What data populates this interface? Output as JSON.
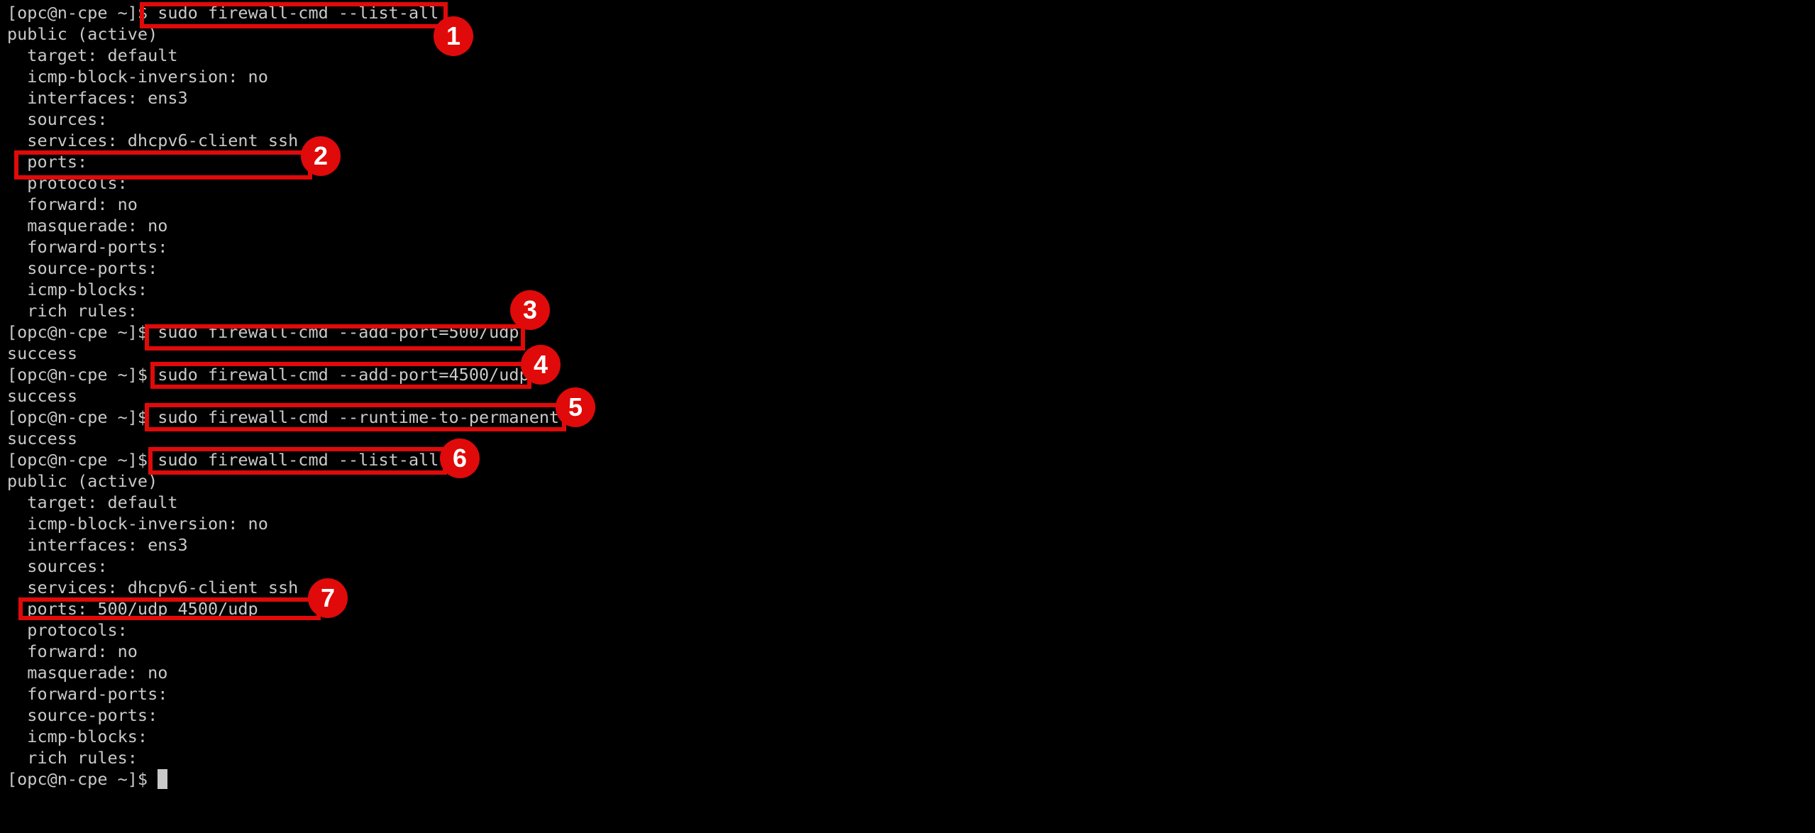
{
  "terminal": {
    "lines": [
      {
        "prompt": "[opc@n-cpe ~]$ ",
        "text": "sudo firewall-cmd --list-all"
      },
      {
        "prompt": "",
        "text": "public (active)"
      },
      {
        "prompt": "",
        "text": "  target: default"
      },
      {
        "prompt": "",
        "text": "  icmp-block-inversion: no"
      },
      {
        "prompt": "",
        "text": "  interfaces: ens3"
      },
      {
        "prompt": "",
        "text": "  sources: "
      },
      {
        "prompt": "",
        "text": "  services: dhcpv6-client ssh"
      },
      {
        "prompt": "",
        "text": "  ports: "
      },
      {
        "prompt": "",
        "text": "  protocols: "
      },
      {
        "prompt": "",
        "text": "  forward: no"
      },
      {
        "prompt": "",
        "text": "  masquerade: no"
      },
      {
        "prompt": "",
        "text": "  forward-ports: "
      },
      {
        "prompt": "",
        "text": "  source-ports: "
      },
      {
        "prompt": "",
        "text": "  icmp-blocks: "
      },
      {
        "prompt": "",
        "text": "  rich rules: "
      },
      {
        "prompt": "[opc@n-cpe ~]$ ",
        "text": "sudo firewall-cmd --add-port=500/udp"
      },
      {
        "prompt": "",
        "text": "success"
      },
      {
        "prompt": "[opc@n-cpe ~]$ ",
        "text": "sudo firewall-cmd --add-port=4500/udp"
      },
      {
        "prompt": "",
        "text": "success"
      },
      {
        "prompt": "[opc@n-cpe ~]$ ",
        "text": "sudo firewall-cmd --runtime-to-permanent"
      },
      {
        "prompt": "",
        "text": "success"
      },
      {
        "prompt": "[opc@n-cpe ~]$ ",
        "text": "sudo firewall-cmd --list-all"
      },
      {
        "prompt": "",
        "text": "public (active)"
      },
      {
        "prompt": "",
        "text": "  target: default"
      },
      {
        "prompt": "",
        "text": "  icmp-block-inversion: no"
      },
      {
        "prompt": "",
        "text": "  interfaces: ens3"
      },
      {
        "prompt": "",
        "text": "  sources: "
      },
      {
        "prompt": "",
        "text": "  services: dhcpv6-client ssh"
      },
      {
        "prompt": "",
        "text": "  ports: 500/udp 4500/udp"
      },
      {
        "prompt": "",
        "text": "  protocols: "
      },
      {
        "prompt": "",
        "text": "  forward: no"
      },
      {
        "prompt": "",
        "text": "  masquerade: no"
      },
      {
        "prompt": "",
        "text": "  forward-ports: "
      },
      {
        "prompt": "",
        "text": "  source-ports: "
      },
      {
        "prompt": "",
        "text": "  icmp-blocks: "
      },
      {
        "prompt": "",
        "text": "  rich rules: "
      }
    ],
    "final_prompt": "[opc@n-cpe ~]$ "
  },
  "annotations": [
    "1",
    "2",
    "3",
    "4",
    "5",
    "6",
    "7"
  ],
  "colors": {
    "annotation": "#e00a0a",
    "text": "#c9c9c9",
    "background": "#000000"
  }
}
